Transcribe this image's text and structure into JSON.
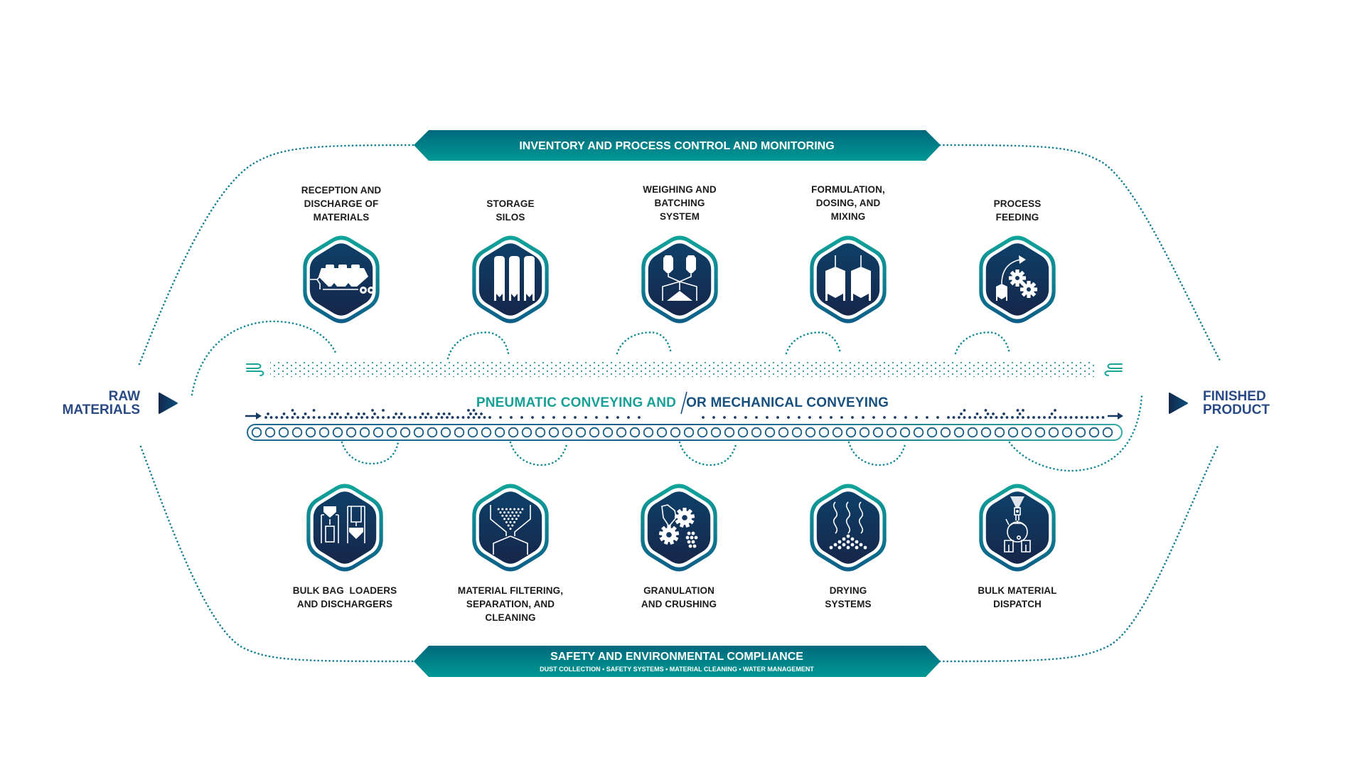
{
  "diagram": {
    "top_banner": {
      "title": "INVENTORY AND PROCESS CONTROL AND MONITORING"
    },
    "bottom_banner": {
      "title": "SAFETY AND ENVIRONMENTAL COMPLIANCE",
      "subtitle": "DUST COLLECTION • SAFETY SYSTEMS • MATERIAL CLEANING • WATER MANAGEMENT"
    },
    "start": {
      "lines": [
        "RAW",
        "MATERIALS"
      ],
      "icon": "play-triangle-icon"
    },
    "end": {
      "lines": [
        "FINISHED",
        "PRODUCT"
      ],
      "icon": "play-triangle-icon"
    },
    "conveyor": {
      "title_part1": "PNEUMATIC CONVEYING AND",
      "title_part2": "OR MECHANICAL CONVEYING",
      "pneumatic_icon": "air-flow-icon",
      "mechanical_icon": "arrow-right-icon"
    },
    "top_stages": [
      {
        "lines": [
          "RECEPTION AND",
          "DISCHARGE OF",
          "MATERIALS"
        ],
        "icon": "bulk-trailer-icon"
      },
      {
        "lines": [
          "STORAGE",
          "SILOS"
        ],
        "icon": "storage-silos-icon"
      },
      {
        "lines": [
          "WEIGHING AND",
          "BATCHING",
          "SYSTEM"
        ],
        "icon": "weighing-batching-icon"
      },
      {
        "lines": [
          "FORMULATION,",
          "DOSING, AND",
          "MIXING"
        ],
        "icon": "mixing-tanks-icon"
      },
      {
        "lines": [
          "PROCESS",
          "FEEDING"
        ],
        "icon": "process-gears-icon"
      }
    ],
    "bottom_stages": [
      {
        "lines": [
          "BULK BAG  LOADERS",
          "AND DISCHARGERS"
        ],
        "icon": "bulk-bag-icon"
      },
      {
        "lines": [
          "MATERIAL FILTERING,",
          "SEPARATION, AND",
          "CLEANING"
        ],
        "icon": "filter-sieve-icon"
      },
      {
        "lines": [
          "GRANULATION",
          "AND CRUSHING"
        ],
        "icon": "crusher-gears-icon"
      },
      {
        "lines": [
          "DRYING",
          "SYSTEMS"
        ],
        "icon": "drying-heat-icon"
      },
      {
        "lines": [
          "BULK MATERIAL",
          "DISPATCH"
        ],
        "icon": "dispatch-tanker-icon"
      }
    ],
    "colors": {
      "teal": "#0f9a98",
      "teal_dark": "#00707f",
      "navy": "#0f2f5a",
      "navy_light": "#13456f",
      "label": "#1b1b1b",
      "endpoint_text": "#2a4a86"
    }
  }
}
